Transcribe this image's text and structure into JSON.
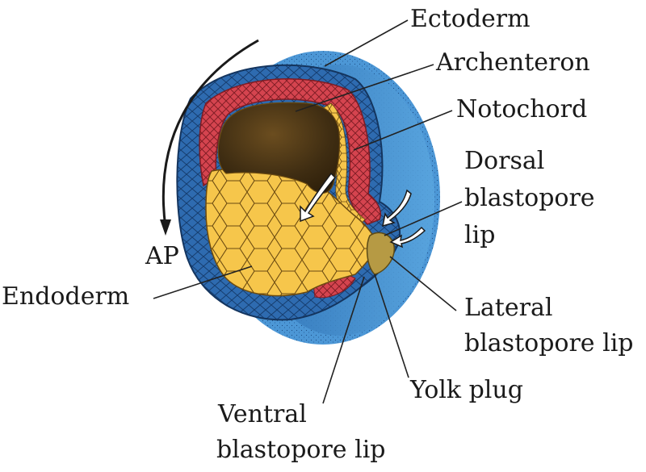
{
  "labels": {
    "ectoderm": "Ectoderm",
    "archenteron": "Archenteron",
    "notochord": "Notochord",
    "dorsal_lip": [
      "Dorsal",
      "blastopore",
      "lip"
    ],
    "ap": "AP",
    "endoderm": "Endoderm",
    "lateral_lip": [
      "Lateral",
      "blastopore lip"
    ],
    "yolk_plug": "Yolk plug",
    "ventral_lip": [
      "Ventral",
      "blastopore lip"
    ]
  },
  "colors": {
    "ectoderm_blue": "#2f6fb3",
    "ectoderm_light": "#4d98d6",
    "mesoderm_red": "#d4434f",
    "endoderm_yellow": "#f6c64b",
    "archenteron_dark": "#3a2a12",
    "yolk_plug": "#b69a44",
    "line": "#222222"
  }
}
